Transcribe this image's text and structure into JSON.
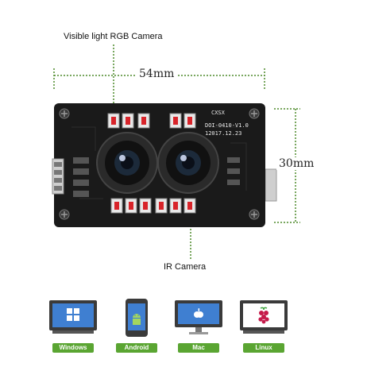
{
  "labels": {
    "rgb_camera": "Visible light RGB Camera",
    "ir_camera": "IR Camera"
  },
  "dimensions": {
    "width": "54mm",
    "height": "30mm"
  },
  "board": {
    "brand": "CXSX",
    "model": "DOI-0410-V1.0",
    "date": "12017.12.23"
  },
  "platforms": [
    {
      "name": "Windows",
      "icon": "windows-logo-icon"
    },
    {
      "name": "Android",
      "icon": "android-logo-icon"
    },
    {
      "name": "Mac",
      "icon": "apple-logo-icon"
    },
    {
      "name": "Linux",
      "icon": "raspberry-logo-icon"
    }
  ],
  "colors": {
    "accent_green": "#5aa532",
    "pcb": "#1a1a1a",
    "guide_line": "#4d8a2a"
  }
}
